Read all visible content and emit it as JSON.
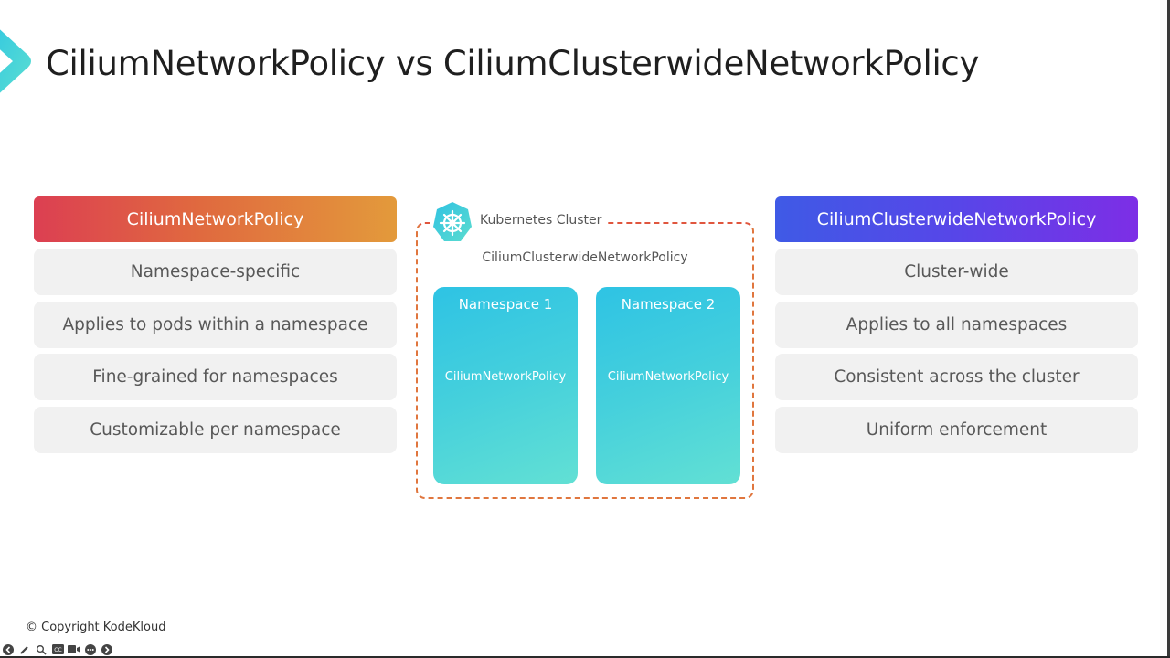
{
  "slide": {
    "title": "CiliumNetworkPolicy vs CiliumClusterwideNetworkPolicy",
    "colors": {
      "left_header_gradient": [
        "#dc3f52",
        "#e39a3b"
      ],
      "right_header_gradient": [
        "#3f5ae6",
        "#7d2ee6"
      ],
      "namespace_gradient": [
        "#2ec3e4",
        "#62e0d4"
      ],
      "row_background": "#f1f1f1",
      "cluster_border": "#e0763e"
    }
  },
  "left_column": {
    "header": "CiliumNetworkPolicy",
    "rows": [
      "Namespace-specific",
      "Applies to pods within a namespace",
      "Fine-grained for namespaces",
      "Customizable per namespace"
    ]
  },
  "right_column": {
    "header": "CiliumClusterwideNetworkPolicy",
    "rows": [
      "Cluster-wide",
      "Applies to all namespaces",
      "Consistent across the cluster",
      "Uniform enforcement"
    ]
  },
  "diagram": {
    "cluster_label": "Kubernetes Cluster",
    "cluster_icon": "kubernetes-helm-icon",
    "cluster_policy_label": "CiliumClusterwideNetworkPolicy",
    "namespaces": [
      {
        "title": "Namespace 1",
        "policy": "CiliumNetworkPolicy"
      },
      {
        "title": "Namespace 2",
        "policy": "CiliumNetworkPolicy"
      }
    ]
  },
  "footer": {
    "copyright": "© Copyright KodeKloud"
  },
  "player_controls": [
    {
      "name": "previous",
      "icon": "arrow-left-circle-icon"
    },
    {
      "name": "pen",
      "icon": "pencil-icon"
    },
    {
      "name": "zoom",
      "icon": "magnifier-icon"
    },
    {
      "name": "captions",
      "icon": "cc-icon"
    },
    {
      "name": "video",
      "icon": "camera-icon"
    },
    {
      "name": "more",
      "icon": "ellipsis-circle-icon"
    },
    {
      "name": "next",
      "icon": "arrow-right-circle-icon"
    }
  ]
}
